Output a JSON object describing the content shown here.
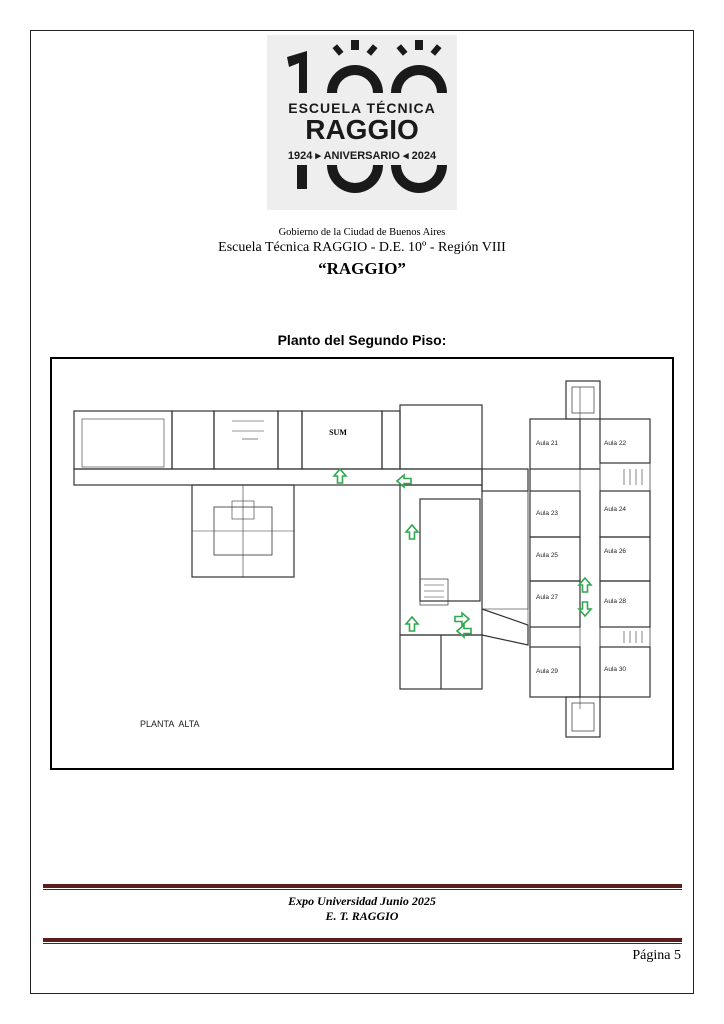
{
  "logo": {
    "line1": "ESCUELA TÉCNICA",
    "line2": "RAGGIO",
    "line3": "1924 ▸ ANIVERSARIO ◂ 2024",
    "background": "#eeeeee",
    "ink": "#1a1a1a"
  },
  "header": {
    "government": "Gobierno de la Ciudad de Buenos Aires",
    "school": "Escuela Técnica RAGGIO - D.E. 10º - Región VIII",
    "nickname": "“RAGGIO”"
  },
  "plan": {
    "title": "Planto del Segundo Piso:",
    "sum_label": "SUM",
    "floor_label": "PLANTA  ALTA",
    "classrooms": [
      "Aula 21",
      "Aula 22",
      "Aula 23",
      "Aula 24",
      "Aula 25",
      "Aula 26",
      "Aula 27",
      "Aula 28",
      "Aula 29",
      "Aula 30"
    ],
    "arrow_color": "#2fa84f"
  },
  "footer": {
    "line1": "Expo Universidad Junio 2025",
    "line2": "E. T. RAGGIO",
    "accent_color": "#5c1d1d"
  },
  "page_label": "Página 5"
}
